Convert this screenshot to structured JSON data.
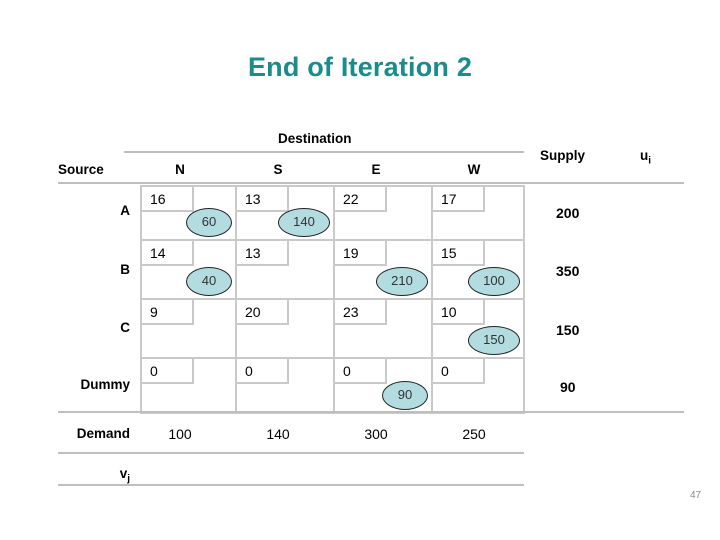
{
  "slide": {
    "title": "End of Iteration 2",
    "title_color": "#1a8c8c",
    "page_number": "47"
  },
  "table": {
    "source_header": "Source",
    "destination_header": "Destination",
    "supply_header": "Supply",
    "ui_header": "u",
    "ui_subscript": "i",
    "vj_header": "v",
    "vj_subscript": "j",
    "demand_header": "Demand",
    "columns": [
      "N",
      "S",
      "E",
      "W"
    ],
    "rows": [
      {
        "name": "A",
        "costs": [
          "16",
          "13",
          "22",
          "17"
        ],
        "allocations": [
          "60",
          "140",
          "",
          ""
        ],
        "supply": "200",
        "ui": ""
      },
      {
        "name": "B",
        "costs": [
          "14",
          "13",
          "19",
          "15"
        ],
        "allocations": [
          "40",
          "",
          "210",
          "100"
        ],
        "supply": "350",
        "ui": ""
      },
      {
        "name": "C",
        "costs": [
          "9",
          "20",
          "23",
          "10"
        ],
        "allocations": [
          "",
          "",
          "",
          "150"
        ],
        "supply": "150",
        "ui": ""
      },
      {
        "name": "Dummy",
        "costs": [
          "0",
          "0",
          "0",
          "0"
        ],
        "allocations": [
          "",
          "",
          "90",
          ""
        ],
        "supply": "90",
        "ui": ""
      }
    ],
    "demand": [
      "100",
      "140",
      "300",
      "250"
    ],
    "vj_values": [
      "",
      "",
      "",
      ""
    ],
    "allocation_fill": "#b3dce0",
    "grid_line_color": "#c9c9c9",
    "rule_color": "#bfbfbf"
  }
}
